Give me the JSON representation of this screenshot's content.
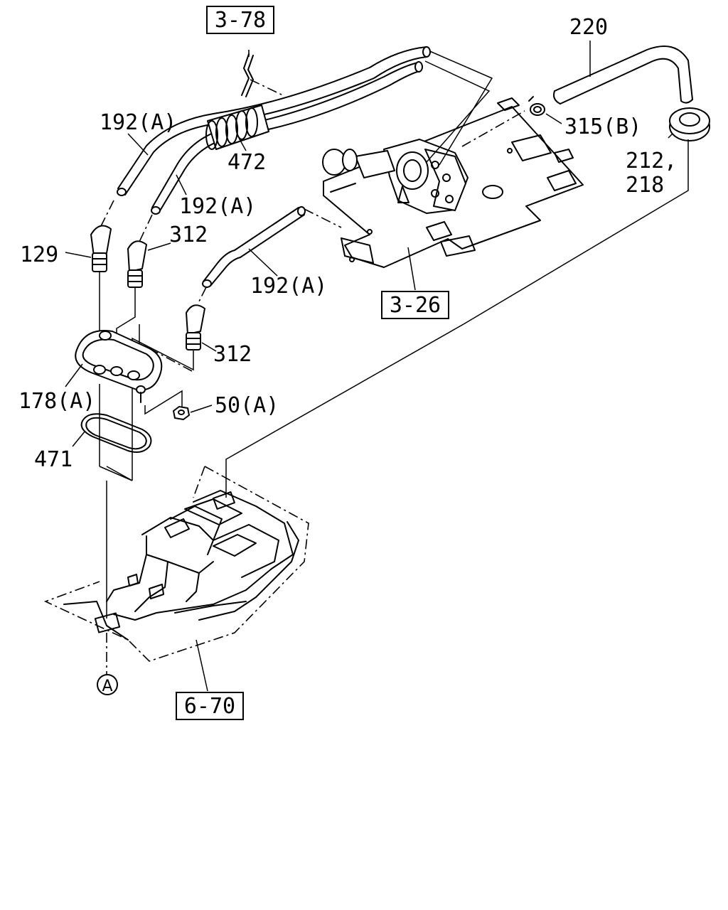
{
  "diagram": {
    "references": {
      "ref_3_78": "3-78",
      "ref_3_26": "3-26",
      "ref_6_70": "6-70"
    },
    "callouts": {
      "c220": "220",
      "c315b": "315(B)",
      "c212": "212,",
      "c218": "218",
      "c192a_top": "192(A)",
      "c472": "472",
      "c192a_mid": "192(A)",
      "c129": "129",
      "c312_top": "312",
      "c192a_low": "192(A)",
      "c312_low": "312",
      "c178a": "178(A)",
      "c50a": "50(A)",
      "c471": "471"
    },
    "connector": "A"
  }
}
